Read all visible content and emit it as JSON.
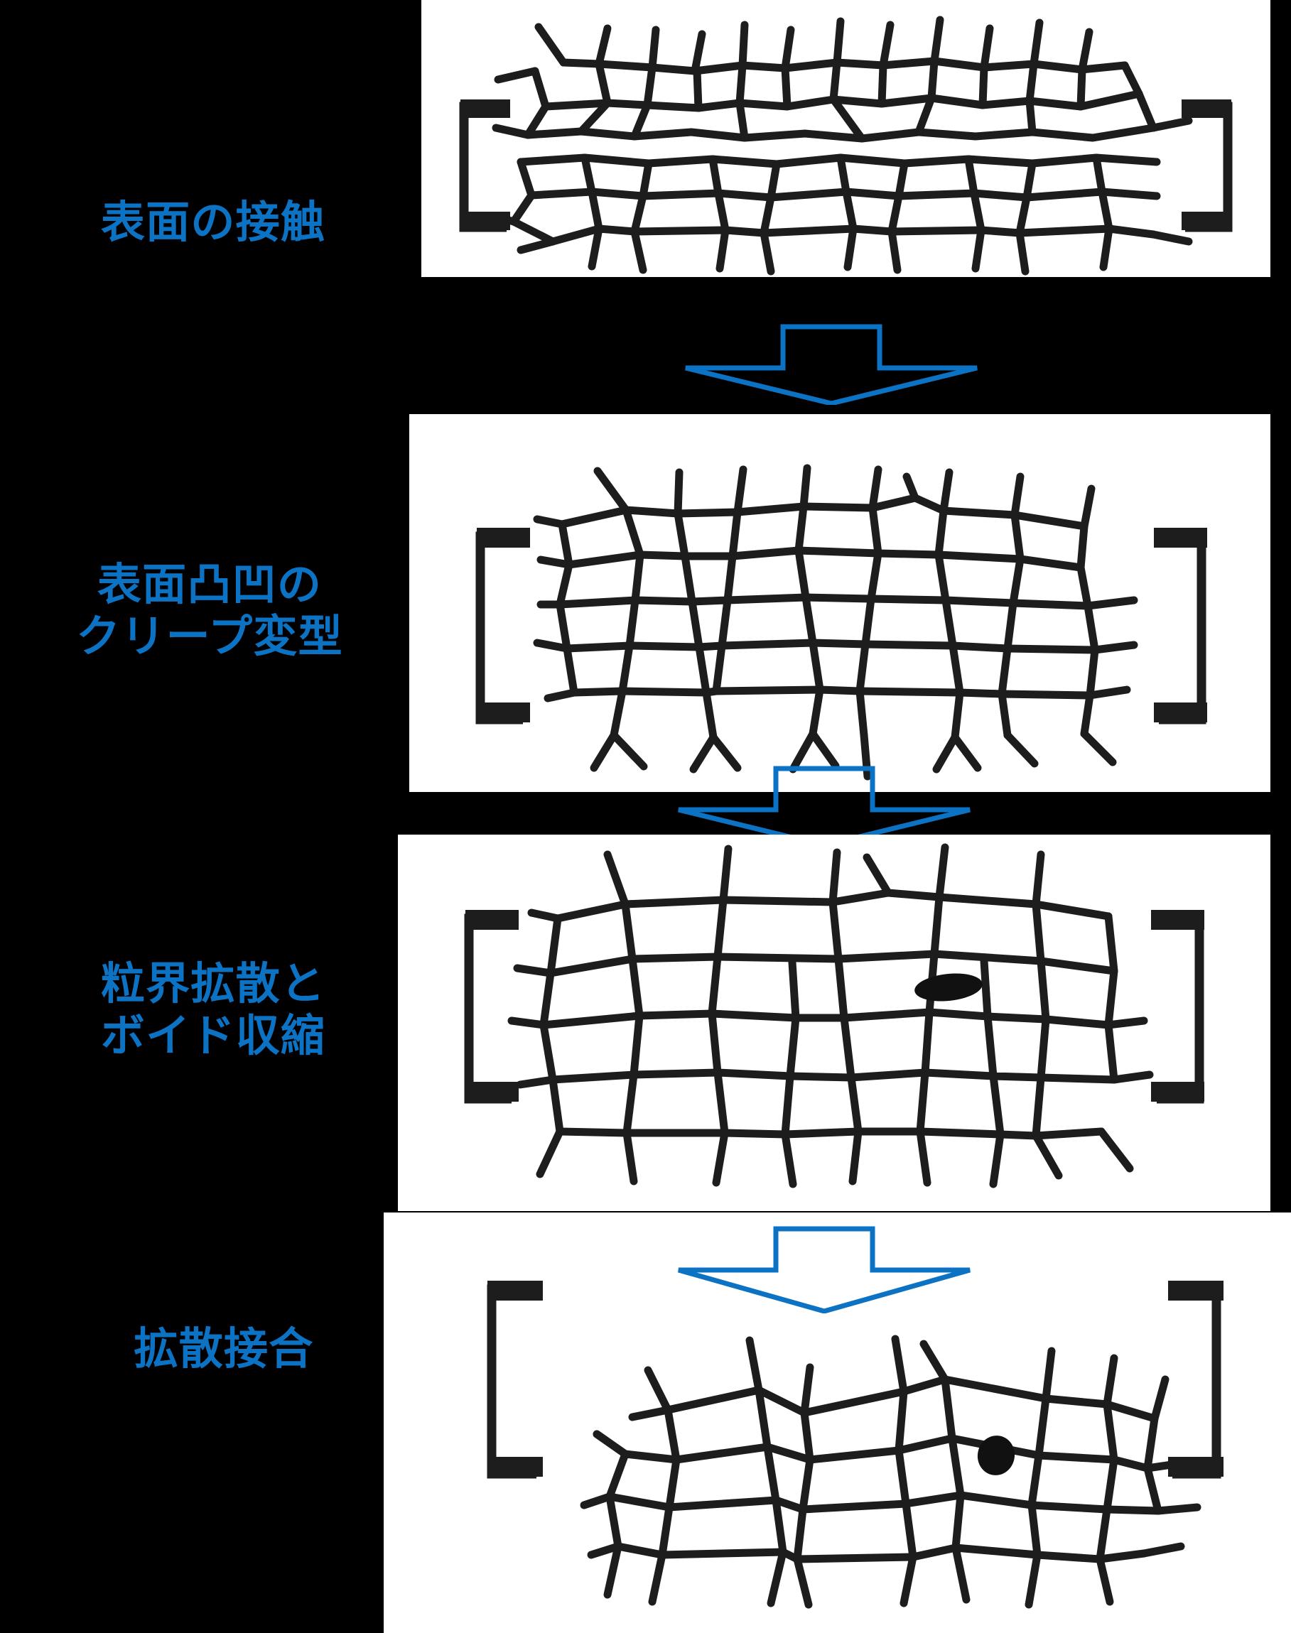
{
  "figure": {
    "title": "Diffusion bonding process stages",
    "background_color": "#000000",
    "panel_color": "#ffffff",
    "label_color": "#0B72C4",
    "grain_color": "#1d1d1d",
    "arrow_color": "#0B72C4"
  },
  "stages": [
    {
      "index": 1,
      "label": "表面の接触",
      "label_lines": "表面の接触",
      "description": "Two surfaces brought into contact; gap visible between grain networks",
      "has_void": false,
      "void_count": 0
    },
    {
      "index": 2,
      "label": "表面凸凹のクリープ変型",
      "label_lines": "表面凸凹の\nクリープ変型",
      "description": "Creep deformation of surface asperities; interface line remains",
      "has_void": false,
      "void_count": 0
    },
    {
      "index": 3,
      "label": "粒界拡散とボイド収縮",
      "label_lines": "粒界拡散と\nボイド収縮",
      "description": "Grain boundary diffusion and void shrinkage; one elongated void remains",
      "has_void": true,
      "void_count": 1
    },
    {
      "index": 4,
      "label": "拡散接合",
      "label_lines": "拡散接合",
      "description": "Diffusion bonding complete; small residual void",
      "has_void": true,
      "void_count": 1
    }
  ],
  "arrows": [
    {
      "index": 1,
      "direction": "down",
      "from_stage": 1,
      "to_stage": 2,
      "style": "outlined-block-arrow"
    },
    {
      "index": 2,
      "direction": "down",
      "from_stage": 2,
      "to_stage": 3,
      "style": "outlined-block-arrow"
    },
    {
      "index": 3,
      "direction": "down",
      "from_stage": 3,
      "to_stage": 4,
      "style": "outlined-block-arrow"
    }
  ],
  "brackets": {
    "shape": "square-bracket",
    "count_per_panel": 2,
    "meaning": "applied compressive load fixtures"
  }
}
